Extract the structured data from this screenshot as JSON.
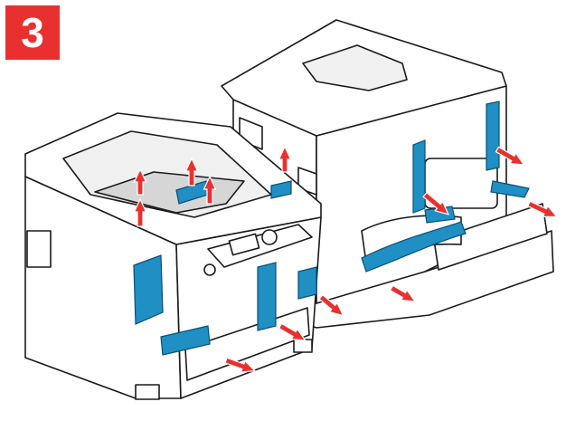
{
  "step": {
    "number": "3",
    "badge_color": "#e8312f"
  },
  "colors": {
    "outline": "#1a1a1a",
    "body_fill": "#ffffff",
    "shadow_fill": "#cfcfcf",
    "tape_fill": "#1f8fc4",
    "tape_outline": "#0b4f73",
    "arrow_fill": "#e8312f",
    "paper_fill": "#d6d6d6"
  },
  "icons": {
    "printer_front": "printer-illustration",
    "printer_rear": "printer-rear-illustration",
    "arrow": "red-arrow-icon",
    "tape": "packing-tape"
  }
}
